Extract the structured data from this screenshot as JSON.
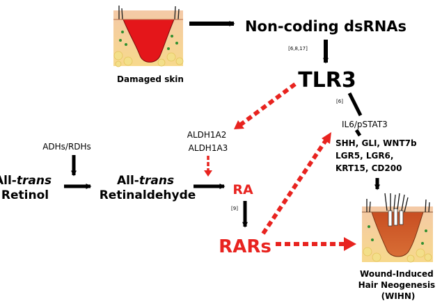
{
  "images": {
    "damaged_skin": {
      "caption": "Damaged skin"
    },
    "wihn": {
      "caption_lines": [
        "Wound-Induced",
        "Hair Neogenesis",
        "(WIHN)"
      ]
    }
  },
  "nodes": {
    "noncoding": "Non-coding dsRNAs",
    "tlr3": "TLR3",
    "il6": "IL6/pSTAT3",
    "genes_lines": [
      "SHH, GLI, WNT7b",
      "LGR5, LGR6,",
      "KRT15, CD200"
    ],
    "aldh_lines": [
      "ALDH1A2",
      "ALDH1A3"
    ],
    "adhs": "ADHs/RDHs",
    "retinol": {
      "prefix": "All-",
      "italic": "trans",
      "line2": "Retinol"
    },
    "retinaldehyde": {
      "prefix": "All-",
      "italic": "trans",
      "line2": "Retinaldehyde"
    },
    "ra": "RA",
    "rars": "RARs"
  },
  "citations": {
    "noncoding_tlr3": "[6,8,17]",
    "tlr3_il6": "[6]",
    "ra_rars": "[9]"
  },
  "colors": {
    "red": "#e8231f",
    "black": "#000000"
  }
}
